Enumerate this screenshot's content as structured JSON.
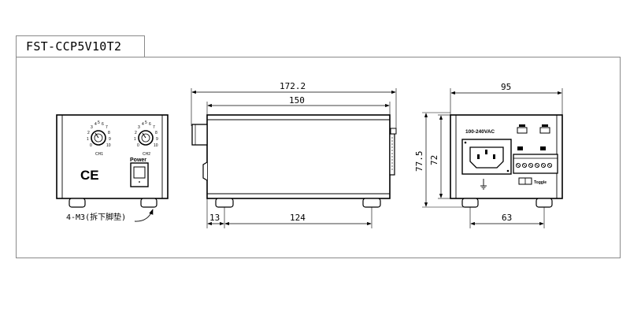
{
  "title": "FST-CCP5V10T2",
  "front_view": {
    "knob1_label": "CH1",
    "knob2_label": "CH2",
    "dial_marks": [
      "0",
      "1",
      "2",
      "3",
      "4",
      "5",
      "6",
      "7",
      "8",
      "9",
      "10"
    ],
    "power_label": "Power",
    "ce_mark": "CE",
    "foot_callout": "4-M3(拆下脚垫)"
  },
  "side_view": {
    "overall_length": "172.2",
    "body_length": "150",
    "foot_offset": "13",
    "foot_spacing": "124"
  },
  "rear_view": {
    "width": "95",
    "height_overall": "77.5",
    "height_body": "72",
    "foot_spacing": "63",
    "voltage_label": "100-240VAC",
    "toggle_label": "Toggle"
  }
}
